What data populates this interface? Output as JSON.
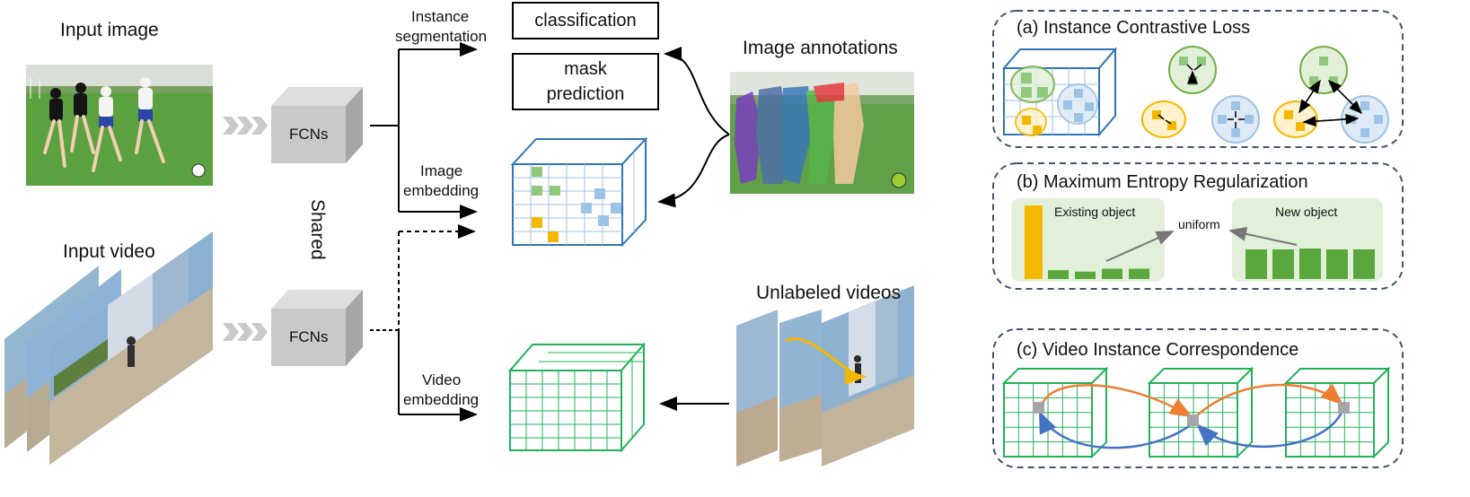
{
  "left": {
    "input_image_label": "Input image",
    "input_video_label": "Input video",
    "fcn_label": "FCNs",
    "shared_label": "Shared"
  },
  "branches": {
    "instance_seg_line1": "Instance",
    "instance_seg_line2": "segmentation",
    "image_emb_line1": "Image",
    "image_emb_line2": "embedding",
    "video_emb_line1": "Video",
    "video_emb_line2": "embedding"
  },
  "heads": {
    "classification": "classification",
    "mask_line1": "mask",
    "mask_line2": "prediction"
  },
  "right": {
    "image_annotations": "Image annotations",
    "unlabeled_videos": "Unlabeled videos"
  },
  "panels": {
    "a_title": "(a) Instance Contrastive Loss",
    "b_title": "(b) Maximum Entropy Regularization",
    "b_existing": "Existing object",
    "b_new": "New object",
    "b_uniform": "uniform",
    "c_title": "(c) Video Instance Correspondence"
  },
  "entropy_bars": {
    "existing": [
      1.0,
      0.12,
      0.1,
      0.14,
      0.14
    ],
    "new": [
      0.33,
      0.33,
      0.34,
      0.33,
      0.33
    ]
  },
  "colors": {
    "blue": "#2e75b6",
    "green": "#22b35a",
    "light_green": "#8fc97b",
    "orange": "#f5b800",
    "light_blue": "#9dc3e6",
    "panel_border": "#44546a",
    "panel_fill": "#e2efd9",
    "arrow_orange": "#ed7d31",
    "arrow_blue": "#4472c4"
  }
}
